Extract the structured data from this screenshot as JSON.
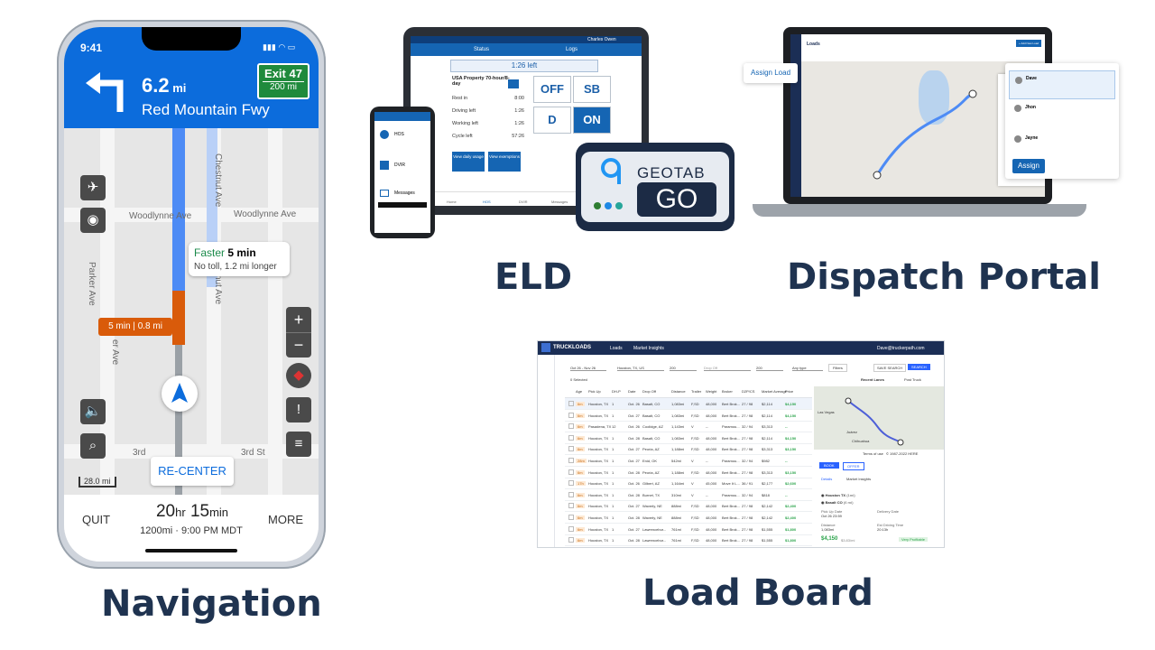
{
  "captions": {
    "navigation": "Navigation",
    "eld": "ELD",
    "dispatch": "Dispatch Portal",
    "load_board": "Load Board"
  },
  "navigation": {
    "status_time": "9:41",
    "distance_value": "6.2",
    "distance_unit": "mi",
    "street": "Red Mountain Fwy",
    "exit_label": "Exit 47",
    "exit_distance": "200 mi",
    "map_labels": [
      "Woodlynne Ave",
      "Woodlynne Ave",
      "Parker Ave",
      "Chestnut Ave",
      "nut Ave",
      "er Ave",
      "3rd",
      "3rd St"
    ],
    "faster_label": "Faster",
    "faster_time": "5 min",
    "faster_detail": "No toll, 1.2 mi longer",
    "traffic_time": "5 min",
    "traffic_dist": "0.8 mi",
    "scale": "28.0 mi",
    "recenter": "RE-CENTER",
    "quit": "QUIT",
    "more": "MORE",
    "eta_hr": "20",
    "eta_hr_unit": "hr",
    "eta_min": "15",
    "eta_min_unit": "min",
    "eta_detail": "1200mi · 9:00 PM MDT"
  },
  "eld": {
    "tablet_user": "Charles Owen",
    "tab_status": "Status",
    "tab_logs": "Logs",
    "timer": "1:26 left",
    "ruleset": "USA Property 70-hour/8-day",
    "rows": [
      {
        "label": "Rest in",
        "value": "8:00"
      },
      {
        "label": "Driving left",
        "value": "1:26"
      },
      {
        "label": "Working left",
        "value": "1:26"
      },
      {
        "label": "Cycle left",
        "value": "57:26"
      }
    ],
    "status_buttons": [
      "OFF",
      "SB",
      "D",
      "ON"
    ],
    "btn_violations": "View daily usage",
    "btn_exemptions": "View exemptions",
    "nav_items": [
      "Home",
      "HOS",
      "DVIR",
      "Messages"
    ],
    "phone_items": [
      "HOS",
      "DVIR",
      "Messages"
    ],
    "device_brand": "GEOTAB",
    "device_model": "GO"
  },
  "dispatch": {
    "title": "Loads",
    "assign_load": "Assign Load",
    "assign_btn": "Assign",
    "drivers": [
      "Dave",
      "Jhon",
      "Jayne"
    ],
    "add_btn": "+ Add New Load"
  },
  "load_board": {
    "brand": "TRUCKLOADS",
    "nav": [
      "Loads",
      "Market Insights"
    ],
    "user": "Dave@truckerpath.com",
    "filters": {
      "pickup_date": "Oct 26 - Nov 26",
      "pickup": "Houston, TX, US",
      "dh_o": "200",
      "dropoff": "Drop Off",
      "dh_d": "200",
      "equipment": "Any type",
      "filters_btn": "Filters",
      "save_search": "SAVE SEARCH",
      "search": "SEARCH",
      "recent_lanes": "Recent Lanes",
      "post_truck": "Post Truck",
      "selected": "0 Selected"
    },
    "columns": [
      "Age",
      "Pick Up",
      "DH-P",
      "Date",
      "Drop Off",
      "Distance",
      "Trailer",
      "Weight",
      "Broker",
      "D2P/CS",
      "Market Average",
      "Price"
    ],
    "rows": [
      [
        "6m",
        "Houston, TX",
        "1",
        "Oct. 26",
        "Basalt, CO",
        "1,083mi",
        "F,SD",
        "48,000",
        "Bert Brok...",
        "27 / 98",
        "$2,114",
        "$4,150"
      ],
      [
        "6m",
        "Houston, TX",
        "1",
        "Oct. 27",
        "Basalt, CO",
        "1,083mi",
        "F,SD",
        "48,000",
        "Bert Brok...",
        "27 / 98",
        "$2,114",
        "$4,150"
      ],
      [
        "6m",
        "Pasadena, TX",
        "12",
        "Oct. 26",
        "Coolidge, AZ",
        "1,143mi",
        "V",
        "--",
        "Paramou...",
        "32 / 94",
        "$3,313",
        "--"
      ],
      [
        "6m",
        "Houston, TX",
        "1",
        "Oct. 28",
        "Basalt, CO",
        "1,083mi",
        "F,SD",
        "48,000",
        "Bert Brok...",
        "27 / 98",
        "$2,114",
        "$4,150"
      ],
      [
        "6m",
        "Houston, TX",
        "1",
        "Oct. 27",
        "Peoria, AZ",
        "1,188mi",
        "F,SD",
        "48,000",
        "Bert Brok...",
        "27 / 98",
        "$3,313",
        "$3,150"
      ],
      [
        "28m",
        "Houston, TX",
        "1",
        "Oct. 27",
        "Enid, OK",
        "542mi",
        "V",
        "--",
        "Paramou...",
        "32 / 94",
        "$982",
        "--"
      ],
      [
        "6m",
        "Houston, TX",
        "1",
        "Oct. 28",
        "Peoria, AZ",
        "1,188mi",
        "F,SD",
        "48,000",
        "Bert Brok...",
        "27 / 98",
        "$3,313",
        "$3,150"
      ],
      [
        "17h",
        "Houston, TX",
        "1",
        "Oct. 26",
        "Gilbert, AZ",
        "1,164mi",
        "V",
        "45,000",
        "Move It L...",
        "36 / 91",
        "$2,177",
        "$2,600"
      ],
      [
        "6m",
        "Houston, TX",
        "1",
        "Oct. 28",
        "Burnet, TX",
        "310mi",
        "V",
        "--",
        "Paramou...",
        "32 / 94",
        "$818",
        "--"
      ],
      [
        "6m",
        "Houston, TX",
        "1",
        "Oct. 27",
        "Waverly, NE",
        "888mi",
        "F,SD",
        "48,000",
        "Bert Brok...",
        "27 / 98",
        "$2,142",
        "$2,400"
      ],
      [
        "6m",
        "Houston, TX",
        "1",
        "Oct. 28",
        "Waverly, NE",
        "888mi",
        "F,SD",
        "48,000",
        "Bert Brok...",
        "27 / 98",
        "$2,142",
        "$2,400"
      ],
      [
        "6m",
        "Houston, TX",
        "1",
        "Oct. 27",
        "Lawrencebur...",
        "761mi",
        "F,SD",
        "48,000",
        "Bert Brok...",
        "27 / 98",
        "$1,555",
        "$1,800"
      ],
      [
        "6m",
        "Houston, TX",
        "1",
        "Oct. 28",
        "Lawrencebur...",
        "761mi",
        "F,SD",
        "48,000",
        "Bert Brok...",
        "27 / 98",
        "$1,555",
        "$1,800"
      ]
    ],
    "detail": {
      "book": "BOOK",
      "offer": "OFFER",
      "tabs": [
        "Details",
        "Market Insights"
      ],
      "origin": "Houston TX",
      "origin_sub": "(1mi)",
      "dest": "Basalt CO",
      "dest_sub": "(6 mi)",
      "pickup_label": "Pick Up Date",
      "pickup_value": "Oct 26 23:59",
      "delivery_label": "Delivery Date",
      "distance_label": "Distance",
      "distance_value": "1,083mi",
      "drive_label": "Est Driving Time",
      "drive_value": "20:13h",
      "price": "$4,150",
      "price_sub": "$3.83/mi",
      "badge": "Very Profitable",
      "map_labels": [
        "Las Vegas",
        "Juárez",
        "Chihuahua",
        "Terms of use",
        "© 1987-2022 HERE"
      ]
    }
  },
  "colors": {
    "caption": "#1f3350",
    "nav_blue": "#0c6cdc",
    "exit_green": "#1f8a3c",
    "route_blue": "#4d8bf5",
    "traffic_orange": "#d95b0a",
    "faster_green": "#1a8a4a",
    "lb_header": "#1b2e55",
    "price_green": "#2aa34a"
  }
}
